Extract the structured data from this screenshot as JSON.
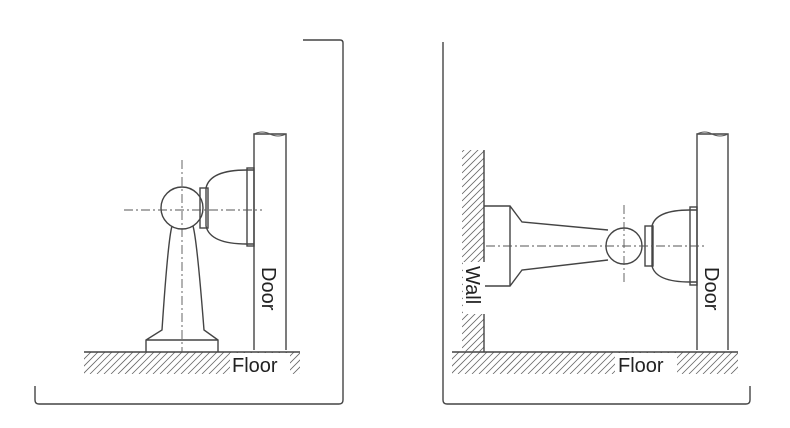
{
  "left_panel": {
    "door_label": "Door",
    "floor_label": "Floor"
  },
  "right_panel": {
    "wall_label": "Wall",
    "door_label": "Door",
    "floor_label": "Floor"
  }
}
